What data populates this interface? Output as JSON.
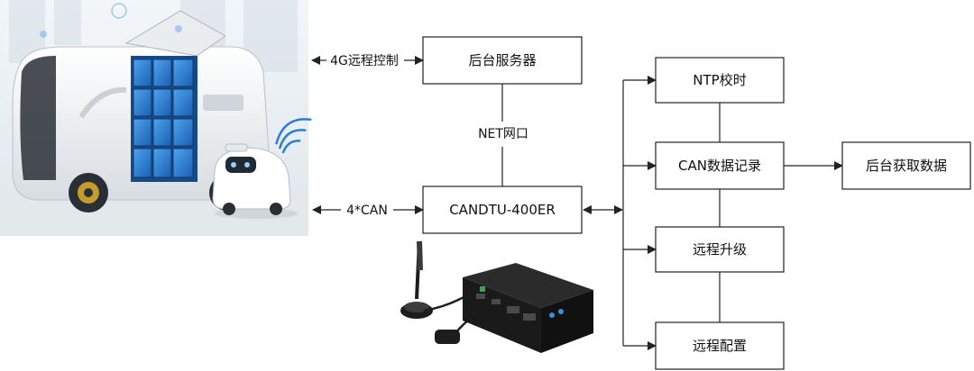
{
  "nodes": {
    "backend_server": "后台服务器",
    "candtu": "CANDTU-400ER",
    "ntp": "NTP校时",
    "can_log": "CAN数据记录",
    "backend_fetch": "后台获取数据",
    "remote_upgrade": "远程升级",
    "remote_config": "远程配置"
  },
  "edges": {
    "net_port": "NET网口",
    "remote_4g": "4G远程控制",
    "can_4": "4*CAN"
  },
  "images": {
    "vehicle": "delivery-vehicle-photo",
    "device": "candtu-device-photo"
  },
  "colors": {
    "line": "#222222",
    "locker": "#2a7fd4",
    "vehicle_body": "#eef1f3"
  }
}
